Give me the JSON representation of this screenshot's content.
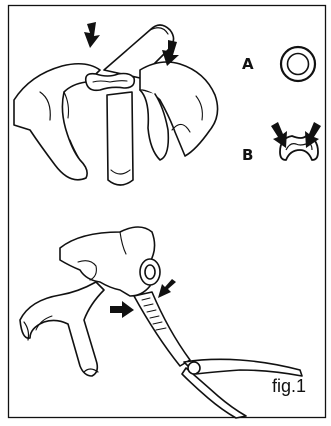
{
  "figure": {
    "label_a": "A",
    "label_b": "B",
    "caption": "fig.1",
    "colors": {
      "ink": "#111111",
      "paper": "#ffffff"
    }
  }
}
